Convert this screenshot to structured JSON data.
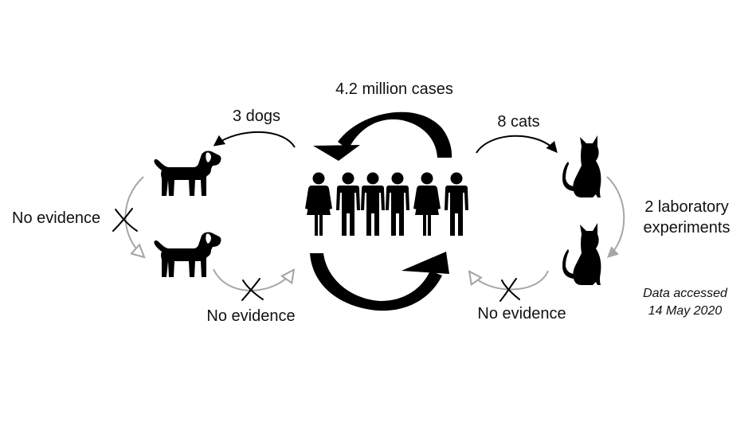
{
  "labels": {
    "human_cases": "4.2 million cases",
    "dogs": "3 dogs",
    "cats": "8 cats",
    "lab_experiments_line1": "2 laboratory",
    "lab_experiments_line2": "experiments",
    "no_evidence_left": "No evidence",
    "no_evidence_bottom_left": "No evidence",
    "no_evidence_bottom_right": "No evidence",
    "data_accessed_line1": "Data accessed",
    "data_accessed_line2": "14 May 2020"
  },
  "colors": {
    "primary": "#000000",
    "faded_arrow": "#a6a6a6",
    "text": "#111111"
  },
  "icons": {
    "humans": "people-group-icon",
    "dog": "dog-icon",
    "cat": "cat-icon",
    "cross": "cross-icon"
  }
}
